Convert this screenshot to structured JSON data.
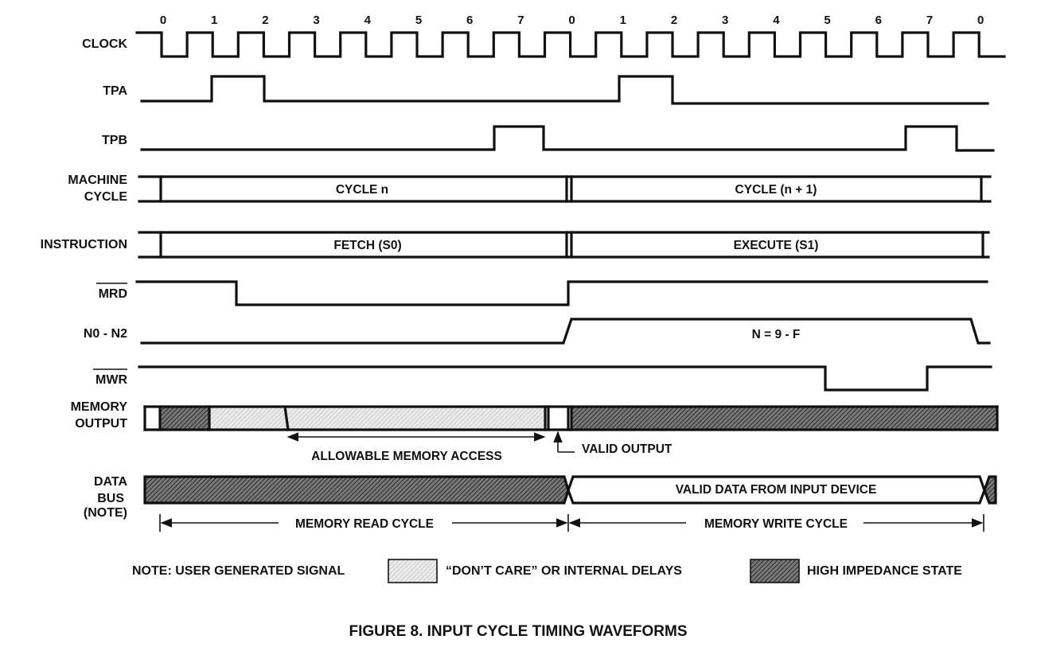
{
  "figure_caption": "FIGURE 8.  INPUT CYCLE TIMING WAVEFORMS",
  "clock_numbers": [
    "0",
    "1",
    "2",
    "3",
    "4",
    "5",
    "6",
    "7",
    "0",
    "1",
    "2",
    "3",
    "4",
    "5",
    "6",
    "7",
    "0"
  ],
  "signals": {
    "clock": "CLOCK",
    "tpa": "TPA",
    "tpb": "TPB",
    "machine_cycle": [
      "MACHINE",
      "CYCLE"
    ],
    "instruction": "INSTRUCTION",
    "mrd": "MRD",
    "n0_n2": "N0 - N2",
    "mwr": "MWR",
    "memory_output": [
      "MEMORY",
      "OUTPUT"
    ],
    "data_bus": [
      "DATA",
      "BUS",
      "(NOTE)"
    ]
  },
  "bus_text": {
    "cycle_n": "CYCLE n",
    "cycle_n1": "CYCLE (n + 1)",
    "fetch": "FETCH (S0)",
    "execute": "EXECUTE (S1)",
    "n_value": "N = 9 - F",
    "valid_data": "VALID DATA FROM INPUT DEVICE"
  },
  "annotations": {
    "allowable_memory_access": "ALLOWABLE MEMORY ACCESS",
    "valid_output": "VALID OUTPUT",
    "memory_read_cycle": "MEMORY READ CYCLE",
    "memory_write_cycle": "MEMORY WRITE CYCLE"
  },
  "legend": {
    "note": "NOTE: USER GENERATED SIGNAL",
    "dont_care": "“DON’T CARE” OR INTERNAL DELAYS",
    "high_impedance": "HIGH IMPEDANCE STATE"
  }
}
